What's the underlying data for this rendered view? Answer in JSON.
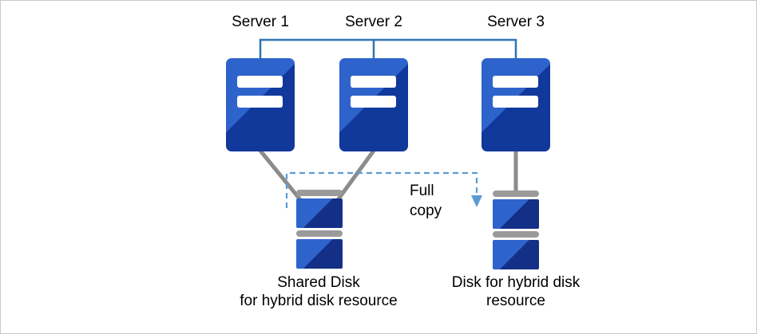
{
  "diagram": {
    "servers": [
      {
        "label": "Server 1"
      },
      {
        "label": "Server 2"
      },
      {
        "label": "Server 3"
      }
    ],
    "full_copy": {
      "line1": "Full",
      "line2": "copy"
    },
    "shared_disk_label": {
      "line1": "Shared Disk",
      "line2": "for hybrid disk resource"
    },
    "hybrid_disk_label": {
      "line1": "Disk for hybrid disk",
      "line2": "resource"
    },
    "icons": {
      "server_icon": "server-tower",
      "disk_icon": "disk-stack",
      "arrow_icon": "dashed-down-arrow"
    },
    "colors": {
      "server_blue_light": "#2e63cc",
      "server_blue_dark": "#11389b",
      "disk_blue_light": "#2e63cc",
      "disk_blue_dark": "#142f86",
      "cap_gray": "#9a9a9a",
      "line_gray": "#8c8c8c",
      "connector_blue": "#2e74b5",
      "arrow_blue": "#5b9bd5"
    }
  }
}
